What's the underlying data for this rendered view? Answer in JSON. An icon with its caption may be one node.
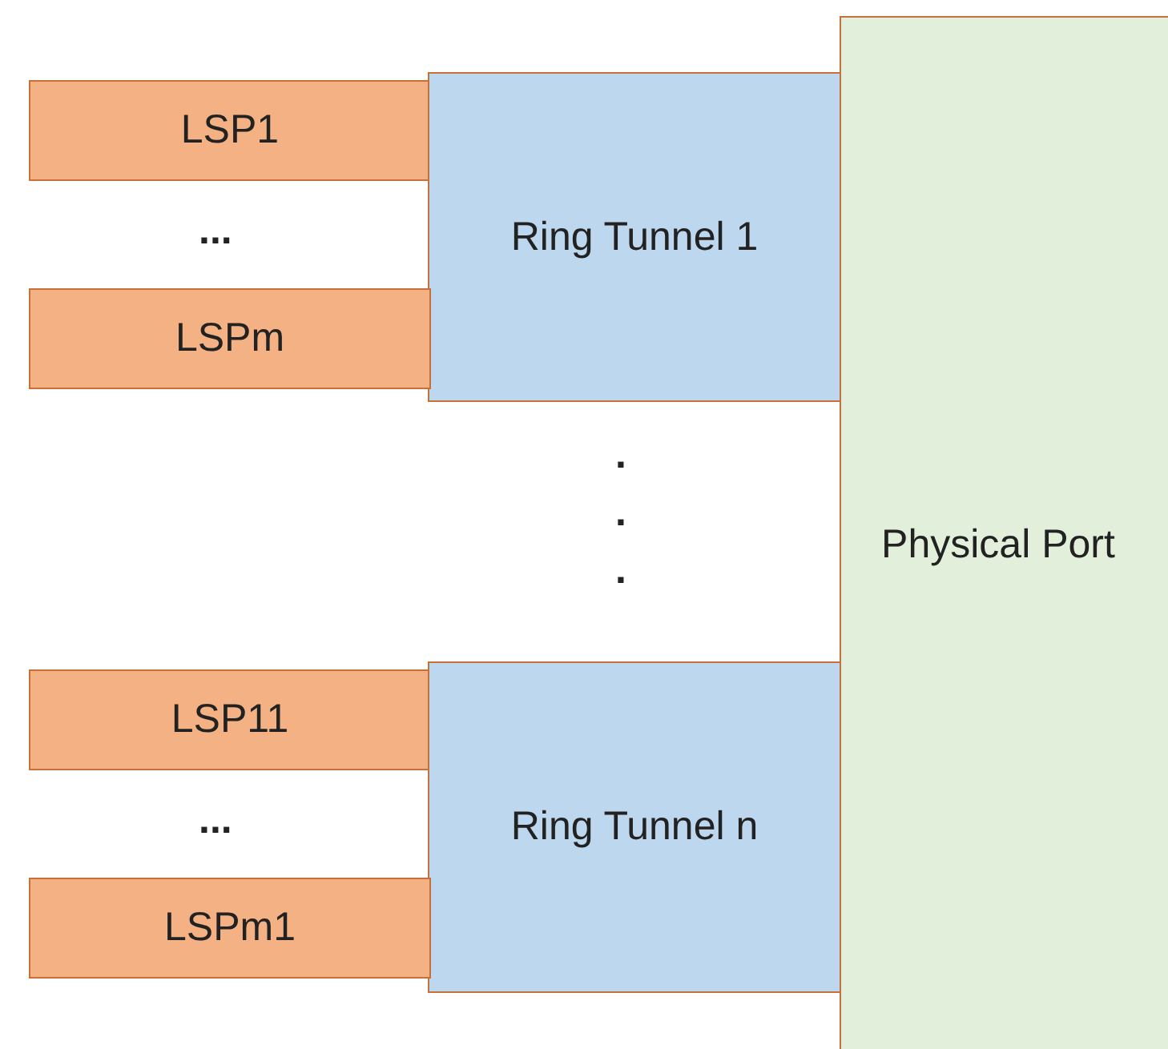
{
  "diagram": {
    "nodes": [
      {
        "text": [
          "LSP1"
        ]
      },
      {
        "text": [
          "Ring Tunnel 1"
        ]
      },
      {
        "text": [
          "Physical Port"
        ]
      },
      {
        "text": [
          "LSPm"
        ]
      },
      {
        "text": [
          "LSP11"
        ]
      },
      {
        "text": [
          "Ring Tunnel n"
        ]
      },
      {
        "text": [
          "LSPm1"
        ]
      }
    ],
    "labels": [
      "...",
      ".",
      ".",
      ".",
      "..."
    ]
  }
}
